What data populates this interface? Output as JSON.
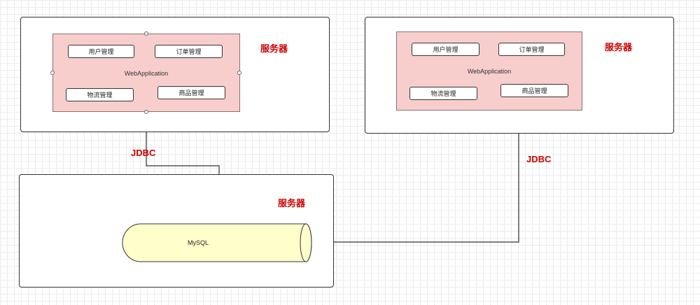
{
  "colors": {
    "label_red": "#cc0000",
    "app_fill": "#f8cecc",
    "db_fill": "#ffffcc",
    "line": "#333333"
  },
  "server_left": {
    "label": "服务器",
    "app": {
      "title": "WebApplication",
      "modules": [
        "用户管理",
        "订单管理",
        "物流管理",
        "商品管理"
      ]
    }
  },
  "server_right": {
    "label": "服务器",
    "app": {
      "title": "WebApplication",
      "modules": [
        "用户管理",
        "订单管理",
        "物流管理",
        "商品管理"
      ]
    }
  },
  "server_db": {
    "label": "服务器",
    "database": "MySQL"
  },
  "connections": {
    "left_label": "JDBC",
    "right_label": "JDBC"
  }
}
